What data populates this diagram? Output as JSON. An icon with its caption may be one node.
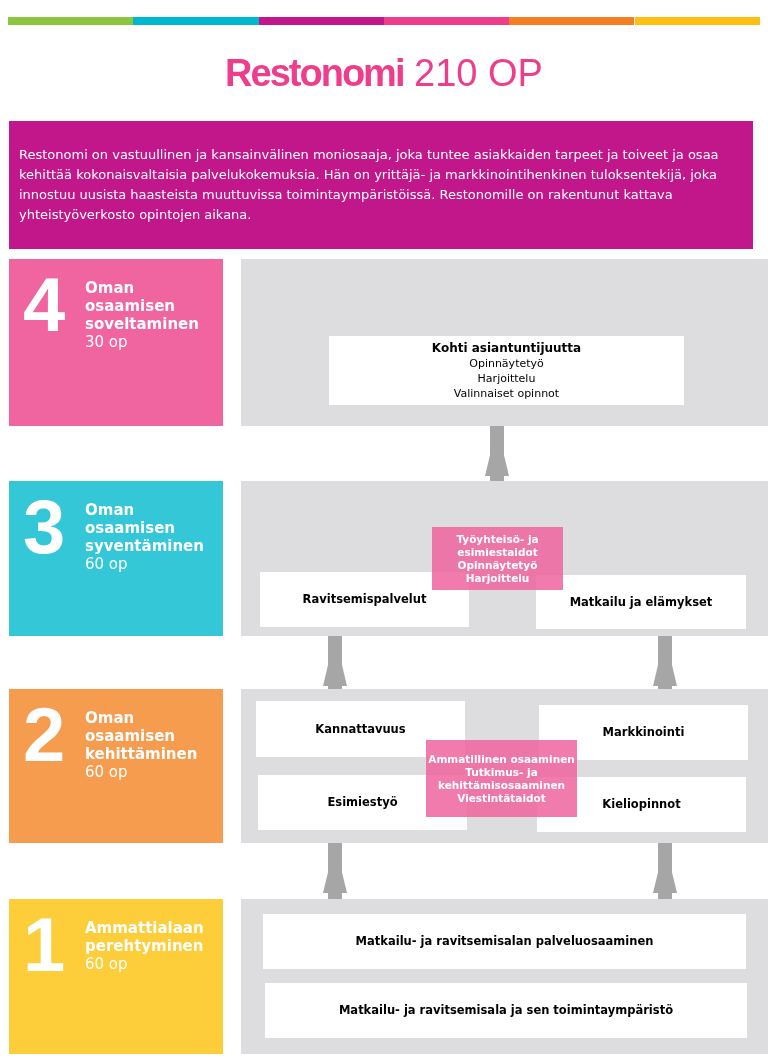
{
  "diagram": {
    "title": "**Restonomi** 210 OP",
    "nodes": [
      {
        "text": [
          "Restonomi on vastuullinen ja kansainvälinen moniosaaja, joka tuntee asiakkaiden tarpeet ja toiveet ja osaa kehittää kokonaisvaltaisia palvelukokemuksia. Hän on yrittäjä- ja markkinointihenkinen tuloksentekijä, joka innostuu uusista haasteista muuttuvissa toimintaympäristöissä. Restonomille on rakentunut kattava yhteistyöverkosto opintojen aikana."
        ]
      },
      {
        "text": [
          "4",
          "Oman osaamisen soveltaminen",
          "30 op"
        ]
      },
      {
        "text": [],
        "shape": "box"
      },
      {
        "text": [
          "Kohti asiantuntijuutta",
          "Opinnäytetyö",
          "Harjoittelu",
          "Valinnaiset opinnot"
        ],
        "in": 2
      },
      {
        "text": [
          "3",
          "Oman osaamisen syventäminen",
          "60 op"
        ]
      },
      {
        "text": [],
        "shape": "box"
      },
      {
        "text": [
          "Työyhteisö- ja esimiestaidot",
          "Opinnäytetyö",
          "Harjoittelu"
        ],
        "in": 5
      },
      {
        "text": [
          "Ravitsemispalvelut"
        ],
        "in": 5
      },
      {
        "text": [
          "Matkailu ja elämykset"
        ],
        "in": 5
      },
      {
        "text": [
          "2",
          "Oman osaamisen kehittäminen",
          "60 op"
        ]
      },
      {
        "text": [],
        "shape": "box"
      },
      {
        "text": [
          "Kannattavuus"
        ],
        "in": 10
      },
      {
        "text": [
          "Markkinointi"
        ],
        "in": 10
      },
      {
        "text": [
          "Ammatillinen osaaminen",
          "Tutkimus- ja kehittämisosaaminen",
          "Viestintätaidot"
        ],
        "in": 10
      },
      {
        "text": [
          "Esimiestyö"
        ],
        "in": 10
      },
      {
        "text": [
          "Kieliopinnot"
        ],
        "in": 10
      },
      {
        "text": [
          "1",
          "Ammattialaan perehtyminen",
          "60 op"
        ]
      },
      {
        "text": [],
        "shape": "box"
      },
      {
        "text": [
          "Matkailu- ja ravitsemisalan palveluosaaminen"
        ],
        "in": 17
      },
      {
        "text": [
          "Matkailu- ja ravitsemisala ja sen toimintaympäristö"
        ],
        "in": 17
      }
    ],
    "edges": [
      {
        "from": 5,
        "to": 2,
        "arrow": "to"
      },
      {
        "from": 10,
        "to": 5,
        "arrow": "to"
      },
      {
        "from": 10,
        "to": 5,
        "arrow": "to"
      },
      {
        "from": 17,
        "to": 10,
        "arrow": "to"
      },
      {
        "from": 17,
        "to": 10,
        "arrow": "to"
      }
    ]
  }
}
